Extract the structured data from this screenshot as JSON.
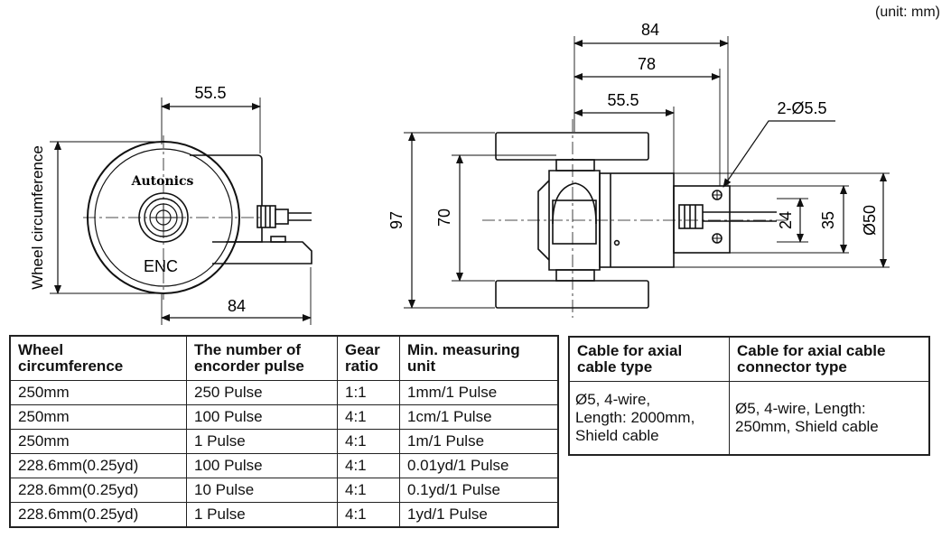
{
  "unit_note": "(unit: mm)",
  "front_view": {
    "dim_top": "55.5",
    "dim_bottom": "84",
    "side_label": "Wheel circumference",
    "brand": "Autonics",
    "enc_label": "ENC"
  },
  "side_view": {
    "dim_84": "84",
    "dim_78": "78",
    "dim_55_5": "55.5",
    "hole_label": "2-Ø5.5",
    "dim_97": "97",
    "dim_70": "70",
    "dim_24": "24",
    "dim_35": "35",
    "dim_50": "Ø50"
  },
  "table1": {
    "headers": [
      [
        "Wheel",
        "circumference"
      ],
      [
        "The number of",
        "encorder pulse"
      ],
      [
        "Gear",
        "ratio"
      ],
      [
        "Min. measuring",
        "unit"
      ]
    ],
    "rows": [
      [
        "250mm",
        "250 Pulse",
        "1:1",
        "1mm/1 Pulse"
      ],
      [
        "250mm",
        "100 Pulse",
        "4:1",
        "1cm/1 Pulse"
      ],
      [
        "250mm",
        "1 Pulse",
        "4:1",
        "1m/1 Pulse"
      ],
      [
        "228.6mm(0.25yd)",
        "100 Pulse",
        "4:1",
        "0.01yd/1 Pulse"
      ],
      [
        "228.6mm(0.25yd)",
        "10 Pulse",
        "4:1",
        "0.1yd/1 Pulse"
      ],
      [
        "228.6mm(0.25yd)",
        "1 Pulse",
        "4:1",
        "1yd/1 Pulse"
      ]
    ]
  },
  "table2": {
    "headers": [
      [
        "Cable for axial",
        "cable type"
      ],
      [
        "Cable for axial cable",
        "connector type"
      ]
    ],
    "cells": [
      [
        "Ø5, 4-wire,",
        "Length: 2000mm,",
        "Shield cable"
      ],
      [
        "Ø5, 4-wire, Length:",
        "250mm, Shield cable"
      ]
    ]
  }
}
